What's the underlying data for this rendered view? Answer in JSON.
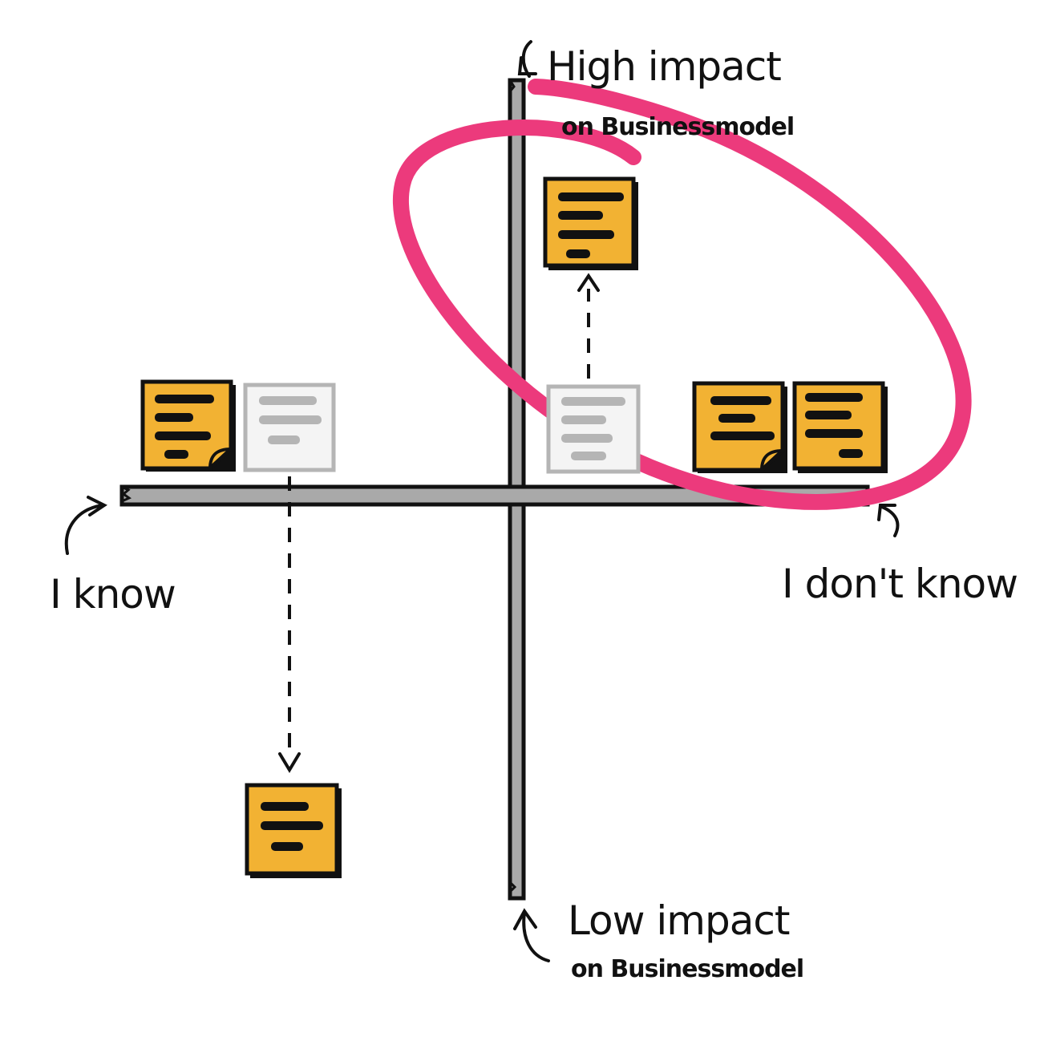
{
  "axes": {
    "top_label_main": "High impact",
    "top_label_sub": "on Businessmodel",
    "bottom_label_main": "Low impact",
    "bottom_label_sub": "on Businessmodel",
    "left_label": "I know",
    "right_label": "I don't know"
  },
  "colors": {
    "sticky_fill": "#F2B233",
    "sticky_ghost": "#F4F4F4",
    "ghost_stroke": "#B5B5B5",
    "axis_fill": "#A9A9A9",
    "ink": "#111111",
    "highlight": "#EC3A7C"
  },
  "stickies": [
    {
      "name": "sticky-note-high-impact",
      "state": "moved",
      "lines": 4
    },
    {
      "name": "sticky-note-i-know",
      "state": "placed",
      "lines": 4
    },
    {
      "name": "sticky-note-ghost-left",
      "state": "ghost",
      "lines": 3
    },
    {
      "name": "sticky-note-ghost-right",
      "state": "ghost",
      "lines": 4
    },
    {
      "name": "sticky-note-right-1",
      "state": "placed",
      "lines": 3
    },
    {
      "name": "sticky-note-right-2",
      "state": "placed",
      "lines": 4
    },
    {
      "name": "sticky-note-low-impact",
      "state": "moved",
      "lines": 3
    }
  ],
  "highlight": {
    "shape": "ellipse",
    "marks": "high impact + I don't know quadrant"
  }
}
